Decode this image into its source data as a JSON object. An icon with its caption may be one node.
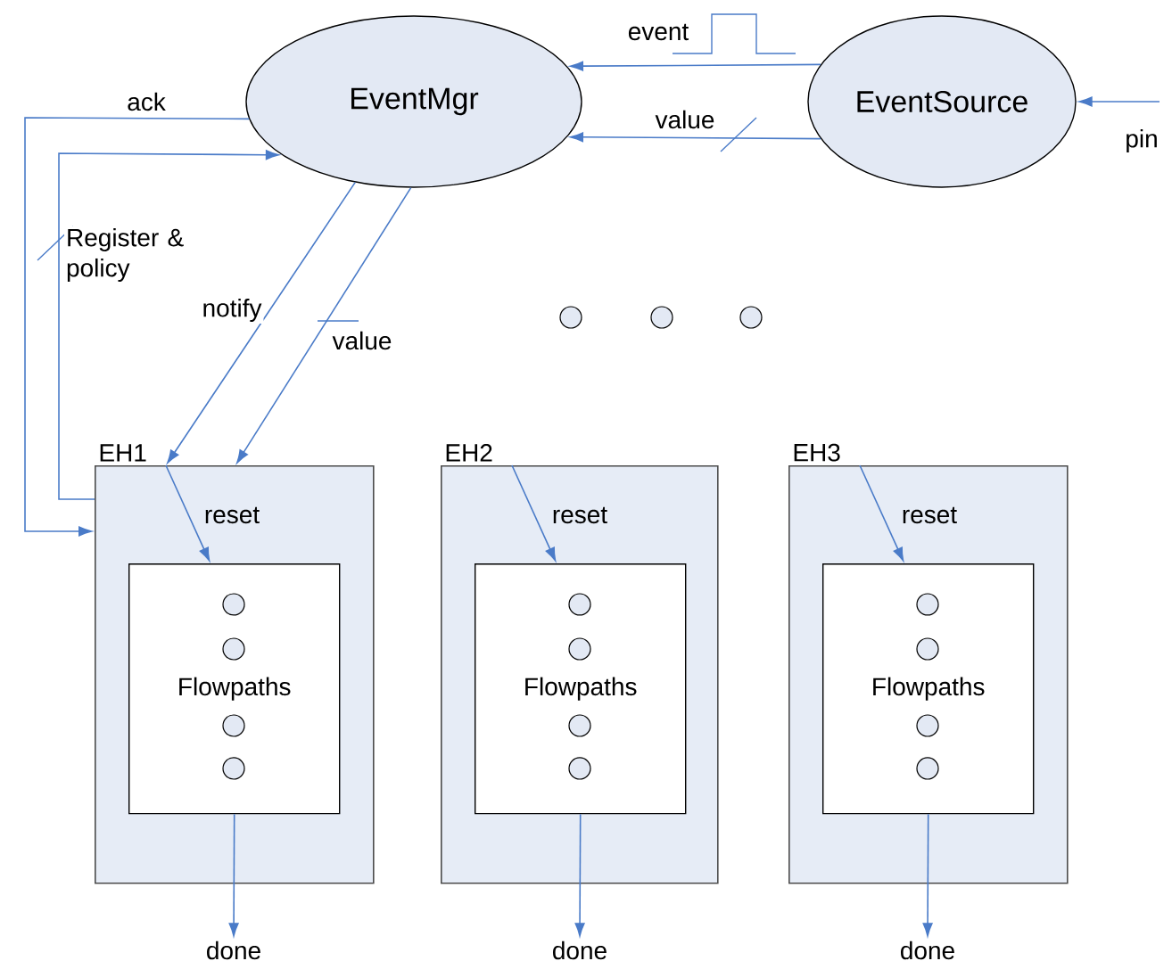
{
  "diagram": {
    "nodes": [
      {
        "text": [
          "EventMgr"
        ]
      },
      {
        "text": [
          "EventSource"
        ]
      },
      {
        "text": [
          "EH1"
        ]
      },
      {
        "text": [
          "Flowpaths"
        ],
        "in": 2
      },
      {
        "text": [
          "EH2"
        ]
      },
      {
        "text": [
          "Flowpaths"
        ],
        "in": 4
      },
      {
        "text": [
          "EH3"
        ]
      },
      {
        "text": [
          "Flowpaths"
        ],
        "in": 6
      },
      {
        "text": [
          "done"
        ]
      },
      {
        "text": [
          "done"
        ]
      },
      {
        "text": [
          "done"
        ]
      }
    ],
    "edges": [
      {
        "from": 1,
        "to": 0,
        "arrow": "to",
        "label": "event"
      },
      {
        "from": 1,
        "to": 0,
        "arrow": "to",
        "label": "value"
      },
      {
        "from": 0,
        "to": 2,
        "arrow": "to",
        "label": "notify"
      },
      {
        "from": 0,
        "to": 2,
        "arrow": "to",
        "label": "value"
      },
      {
        "from": 0,
        "to": 2,
        "arrow": "to",
        "label": "ack"
      },
      {
        "from": 2,
        "to": 0,
        "arrow": "to",
        "label": "Register & policy"
      },
      {
        "from": 2,
        "to": 3,
        "arrow": "to",
        "label": "reset"
      },
      {
        "from": 4,
        "to": 5,
        "arrow": "to",
        "label": "reset"
      },
      {
        "from": 6,
        "to": 7,
        "arrow": "to",
        "label": "reset"
      },
      {
        "from": 3,
        "to": 8,
        "arrow": "to"
      },
      {
        "from": 5,
        "to": 9,
        "arrow": "to"
      },
      {
        "from": 7,
        "to": 10,
        "arrow": "to"
      },
      {
        "from": null,
        "to": 1,
        "arrow": "to",
        "label": "pin"
      }
    ]
  }
}
